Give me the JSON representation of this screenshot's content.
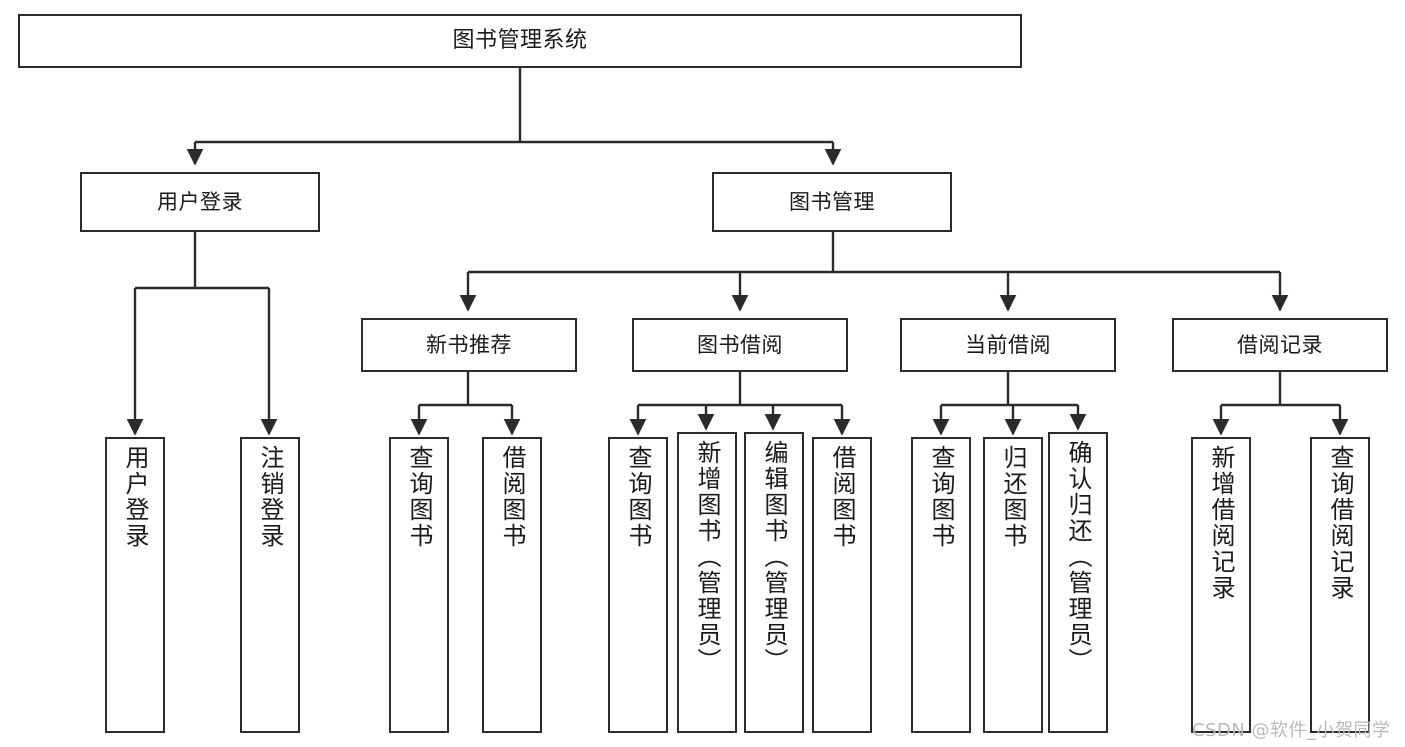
{
  "diagram": {
    "title": "图书管理系统",
    "type": "tree",
    "colors": {
      "box_border": "#2b2b2b",
      "box_fill": "#ffffff",
      "edge": "#2b2b2b",
      "text": "#1a1a1a",
      "watermark": "#b9b9b9",
      "background": "#ffffff"
    },
    "watermark": "CSDN @软件_小贺同学",
    "nodes": {
      "root": {
        "label": "图书管理系统"
      },
      "level2": [
        {
          "label": "用户登录"
        },
        {
          "label": "图书管理"
        }
      ],
      "level3": [
        {
          "label": "新书推荐"
        },
        {
          "label": "图书借阅"
        },
        {
          "label": "当前借阅"
        },
        {
          "label": "借阅记录"
        }
      ],
      "leaves": {
        "user_login": [
          {
            "label": "用户登录"
          },
          {
            "label": "注销登录"
          }
        ],
        "new_book_recommend": [
          {
            "label": "查询图书"
          },
          {
            "label": "借阅图书"
          }
        ],
        "book_borrow": [
          {
            "label": "查询图书"
          },
          {
            "label": "新增图书（管理员）"
          },
          {
            "label": "编辑图书（管理员）"
          },
          {
            "label": "借阅图书"
          }
        ],
        "current_borrow": [
          {
            "label": "查询图书"
          },
          {
            "label": "归还图书"
          },
          {
            "label": "确认归还（管理员）"
          }
        ],
        "borrow_record": [
          {
            "label": "新增借阅记录"
          },
          {
            "label": "查询借阅记录"
          }
        ]
      }
    }
  }
}
